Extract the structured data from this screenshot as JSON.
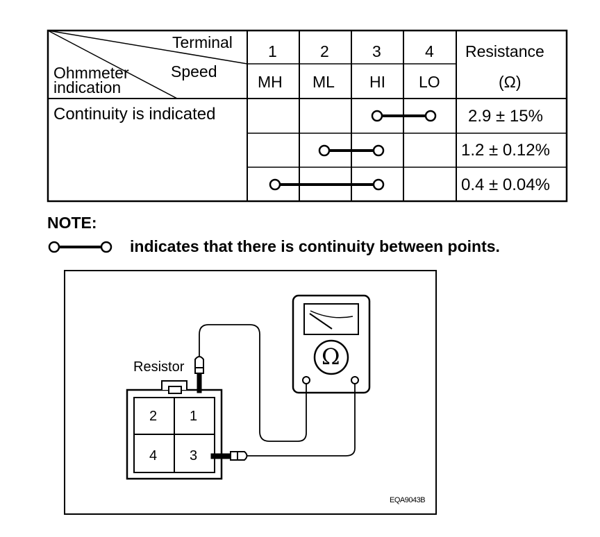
{
  "table": {
    "header_corner": {
      "terminal": "Terminal",
      "speed": "Speed",
      "ohmmeter_line1": "Ohmmeter",
      "ohmmeter_line2": "indication"
    },
    "terminals": [
      {
        "number": "1",
        "speed": "MH"
      },
      {
        "number": "2",
        "speed": "ML"
      },
      {
        "number": "3",
        "speed": "HI"
      },
      {
        "number": "4",
        "speed": "LO"
      }
    ],
    "resistance_header": {
      "line1": "Resistance",
      "line2": "(Ω)"
    },
    "row_label": "Continuity is indicated",
    "rows": [
      {
        "from_terminal": 3,
        "to_terminal": 4,
        "resistance": "2.9 ± 15%"
      },
      {
        "from_terminal": 2,
        "to_terminal": 3,
        "resistance": "1.2 ± 0.12%"
      },
      {
        "from_terminal": 1,
        "to_terminal": 3,
        "resistance": "0.4 ± 0.04%"
      }
    ]
  },
  "note": {
    "heading": "NOTE:",
    "text": "indicates that there is continuity between points."
  },
  "diagram": {
    "resistor_label": "Resistor",
    "meter_symbol": "Ω",
    "connector_pins": [
      "2",
      "1",
      "4",
      "3"
    ],
    "code": "EQA9043B"
  }
}
